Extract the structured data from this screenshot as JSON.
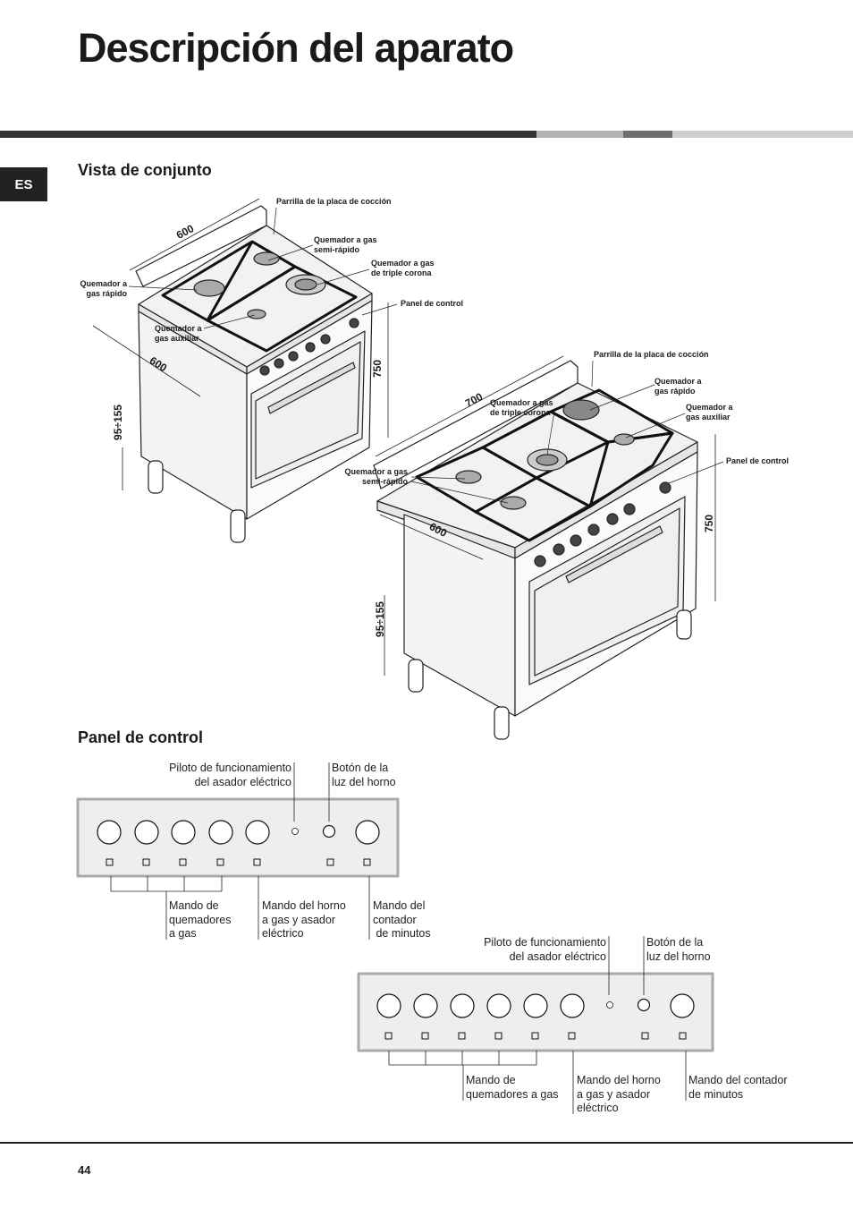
{
  "page": {
    "title": "Descripción del aparato",
    "language_tab": "ES",
    "page_number": "44"
  },
  "sections": {
    "overview": "Vista de conjunto",
    "control_panel": "Panel de control"
  },
  "cooker_small": {
    "labels": {
      "grid": "Parrilla de la placa de cocción",
      "semi_rapid": "Quemador a gas\nsemi-rápido",
      "triple_crown": "Quemador a gas\nde triple corona",
      "rapid": "Quemador a\ngas rápido",
      "control_panel": "Panel de control",
      "auxiliary": "Quemador a\ngas auxiliar"
    },
    "dimensions": {
      "width": "600",
      "depth": "600",
      "height": "750",
      "legs": "95÷155"
    }
  },
  "cooker_large": {
    "labels": {
      "grid": "Parrilla de la placa de cocción",
      "rapid": "Quemador a\ngas rápido",
      "triple_crown": "Quemador a gas\nde triple corona",
      "auxiliary": "Quemador a\ngas auxiliar",
      "control_panel": "Panel de control",
      "semi_rapid": "Quemador a gas\nsemi-rápido"
    },
    "dimensions": {
      "width": "700",
      "depth": "600",
      "height": "750",
      "legs": "95÷155"
    }
  },
  "panel_small": {
    "pilot": "Piloto de funcionamiento\ndel asador eléctrico",
    "light_button": "Botón de la\nluz del horno",
    "gas_knobs": "Mando de\nquemadores\na gas",
    "oven_knob": "Mando del horno\na gas y asador\neléctrico",
    "timer_knob": "Mando del\ncontador\n de minutos"
  },
  "panel_large": {
    "pilot": "Piloto de funcionamiento\ndel asador eléctrico",
    "light_button": "Botón de la\nluz del horno",
    "gas_knobs": "Mando de\nquemadores a gas",
    "oven_knob": "Mando del horno\na gas y asador\neléctrico",
    "timer_knob": "Mando del contador\nde minutos"
  },
  "colors": {
    "text": "#1a1a1a",
    "band_dark": "#333333",
    "band_gray": "#b3b3b3",
    "band_mid": "#6e6e6e",
    "band_light": "#cfcfcf"
  }
}
